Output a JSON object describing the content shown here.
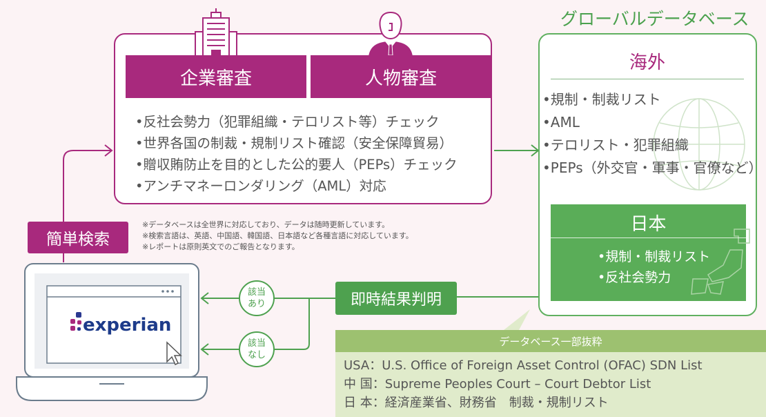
{
  "screening": {
    "tabs": [
      "企業審査",
      "人物審査"
    ],
    "items": [
      "•反社会勢力（犯罪組織・テロリスト等）チェック",
      "•世界各国の制裁・規制リスト確認（安全保障貿易）",
      "•贈収賄防止を目的とした公的要人（PEPs）チェック",
      "•アンチマネーロンダリング（AML）対応"
    ]
  },
  "database": {
    "title": "グローバルデータベース",
    "overseas": {
      "heading": "海外",
      "items": [
        "•規制・制裁リスト",
        "•AML",
        "•テロリスト・犯罪組織",
        "•PEPs（外交官・軍事・官僚など）"
      ]
    },
    "japan": {
      "heading": "日本",
      "items": [
        "•規制・制裁リスト",
        "•反社会勢力"
      ]
    }
  },
  "search": {
    "label": "簡単検索",
    "notes": [
      "※データベースは全世界に対応しており、データは随時更新しています。",
      "※検索言語は、英語、中国語、韓国語、日本語など各種言語に対応しています。",
      "※レポートは原則英文でのご報告となります。"
    ]
  },
  "result": {
    "label": "即時結果判明",
    "match": [
      "該当",
      "あり"
    ],
    "nomatch": [
      "該当",
      "なし"
    ]
  },
  "logo": {
    "text": "experian"
  },
  "excerpt": {
    "heading": "データベース一部抜粋",
    "rows": [
      "USA：U.S. Office of Foreign Asset Control (OFAC) SDN List",
      "中 国：Supreme Peoples Court – Court Debtor List",
      "日 本：経済産業省、財務省　制裁・規制リスト"
    ]
  },
  "colors": {
    "magenta": "#a8297d",
    "green": "#4ea14f",
    "bg": "#fcf3f5"
  }
}
